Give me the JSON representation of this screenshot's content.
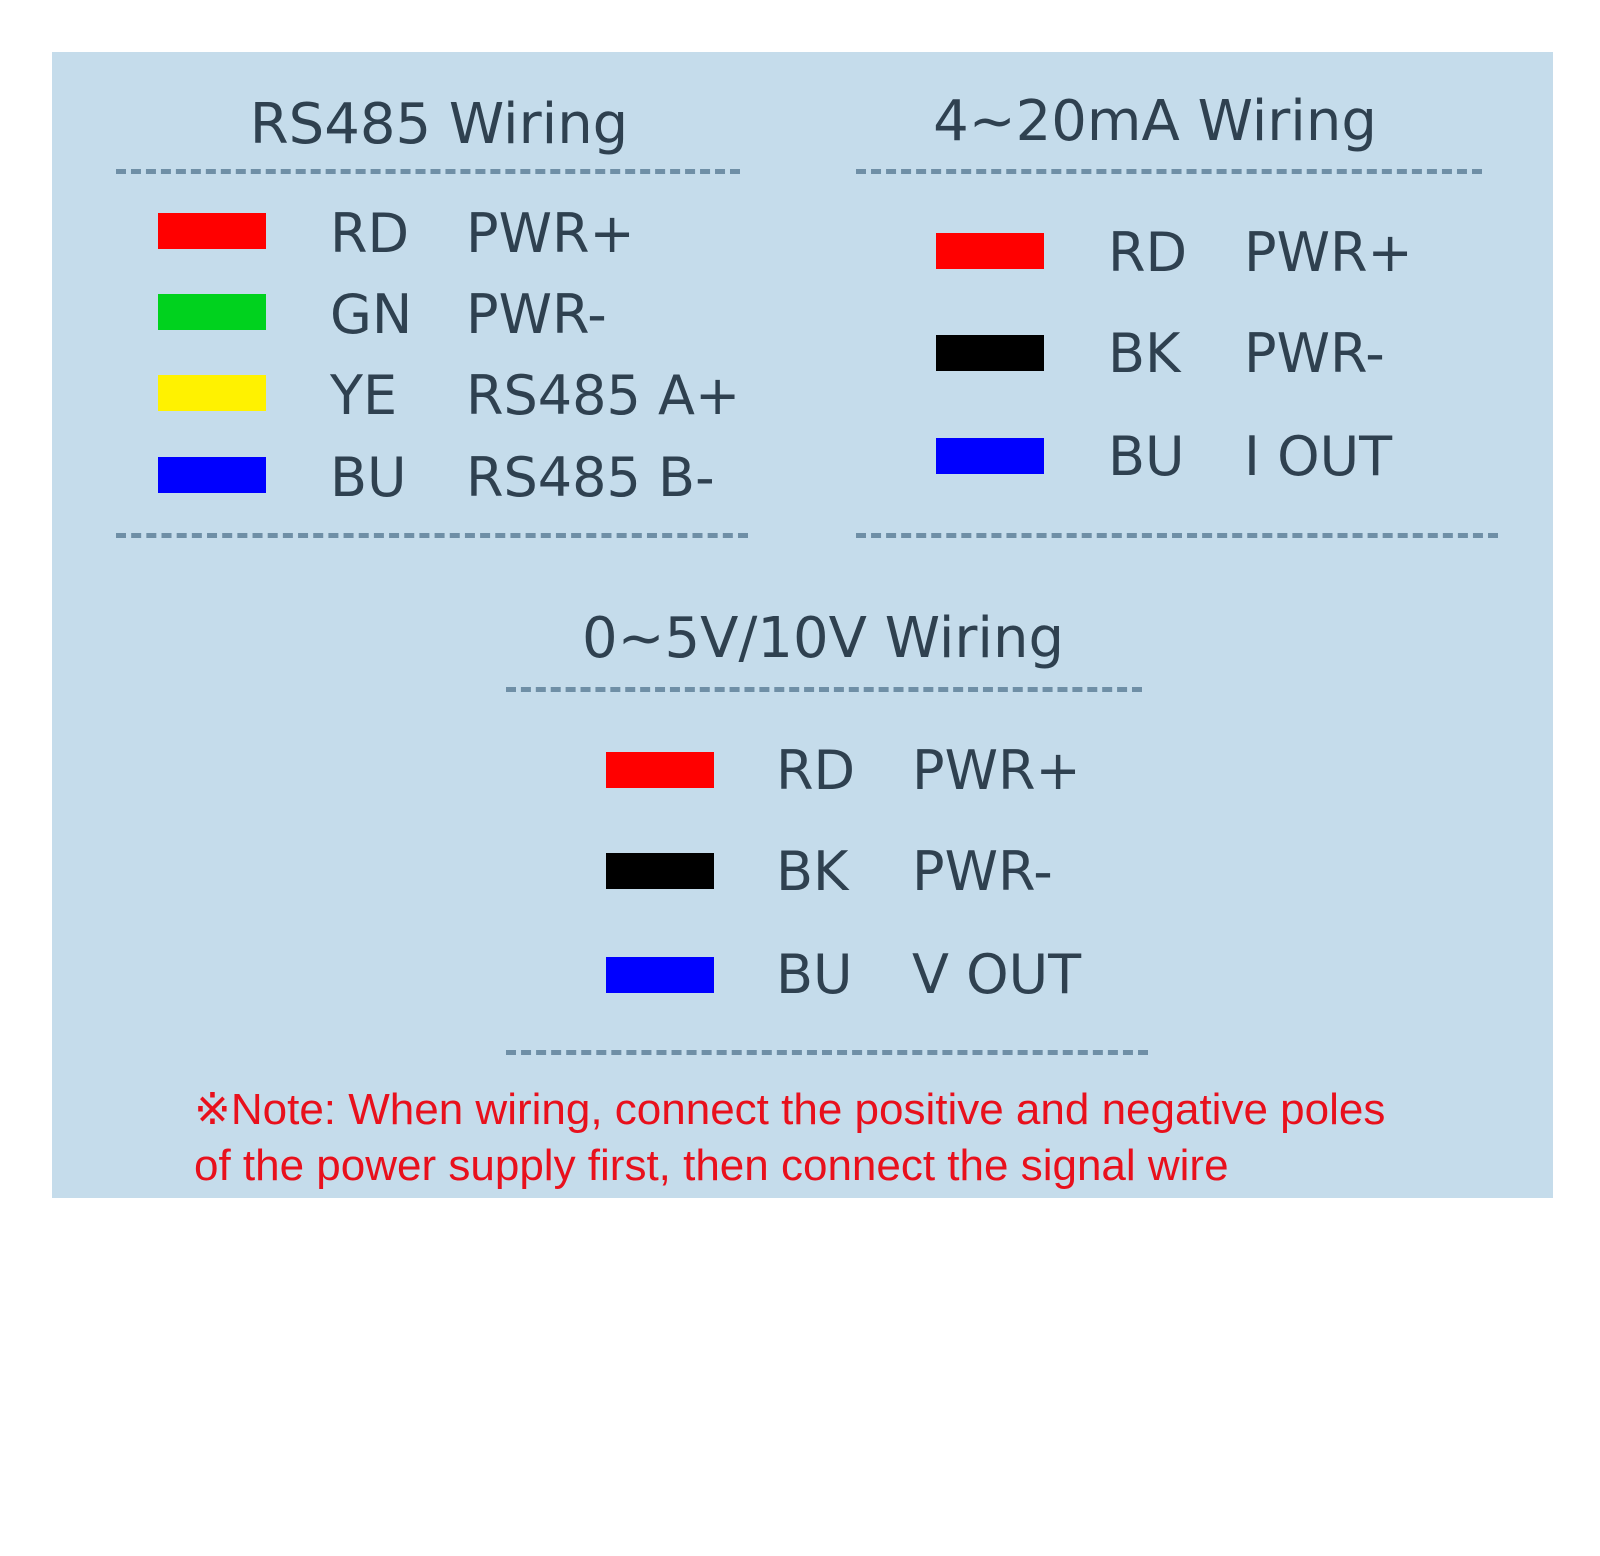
{
  "sections": [
    {
      "id": "rs485",
      "title": "RS485 Wiring",
      "wires": [
        {
          "color": "#ff0000",
          "code": "RD",
          "function": "PWR+"
        },
        {
          "color": "#00d21e",
          "code": "GN",
          "function": "PWR-"
        },
        {
          "color": "#fff200",
          "code": "YE",
          "function": "RS485 A+"
        },
        {
          "color": "#0000ff",
          "code": "BU",
          "function": "RS485 B-"
        }
      ]
    },
    {
      "id": "current",
      "title": "4~20mA Wiring",
      "wires": [
        {
          "color": "#ff0000",
          "code": "RD",
          "function": "PWR+"
        },
        {
          "color": "#000000",
          "code": "BK",
          "function": "PWR-"
        },
        {
          "color": "#0000ff",
          "code": "BU",
          "function": "I OUT"
        }
      ]
    },
    {
      "id": "voltage",
      "title": "0~5V/10V Wiring",
      "wires": [
        {
          "color": "#ff0000",
          "code": "RD",
          "function": "PWR+"
        },
        {
          "color": "#000000",
          "code": "BK",
          "function": "PWR-"
        },
        {
          "color": "#0000ff",
          "code": "BU",
          "function": "V OUT"
        }
      ]
    }
  ],
  "note": {
    "line1": "※Note: When wiring, connect the positive and negative poles",
    "line2": "of the power supply first, then connect the signal wire",
    "color": "#e8101c"
  },
  "colors": {
    "panel_background": "#c5dceb",
    "text": "#2f4150",
    "divider": "#6f8fa6"
  }
}
